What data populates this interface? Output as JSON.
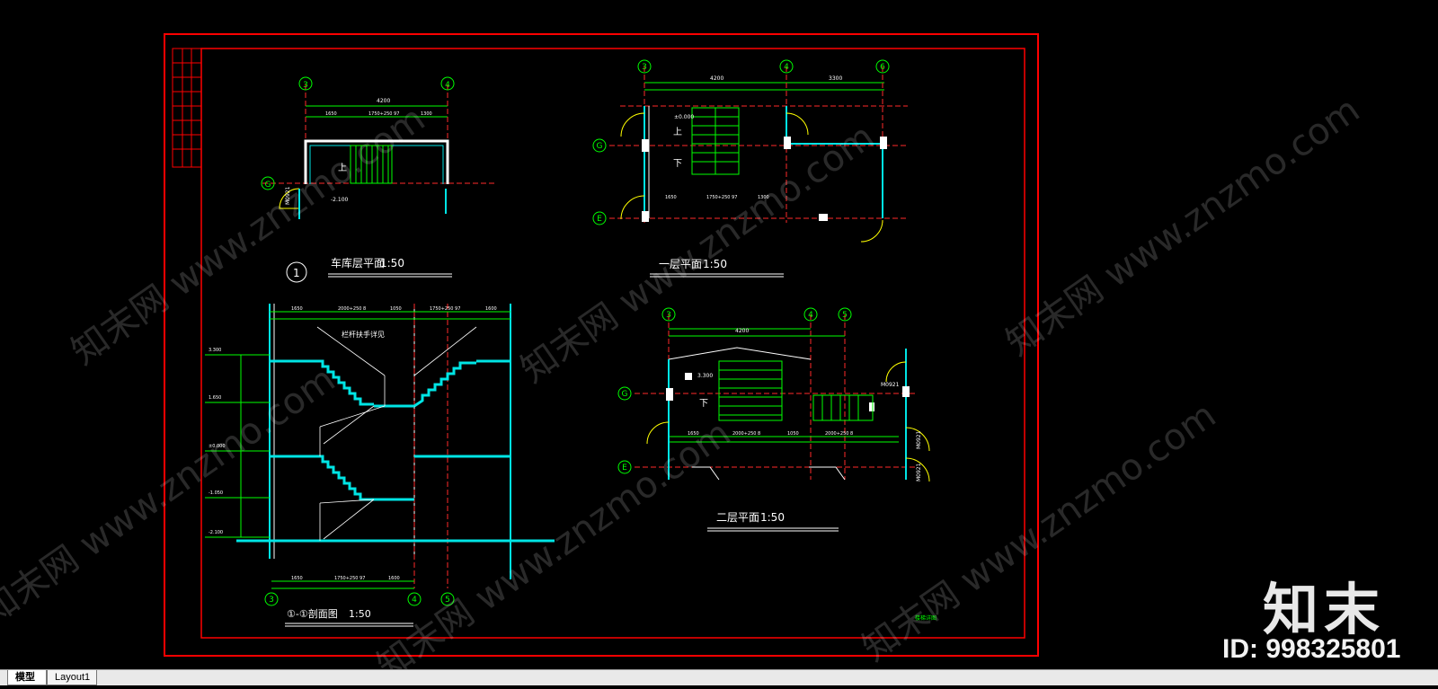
{
  "drawing": {
    "colors": {
      "background": "#000000",
      "frame": "#ff0000",
      "wall": "#ffffff",
      "dimension": "#00ff00",
      "axis": "#ff2a2a",
      "cyan": "#00e5e5",
      "yellow": "#ffff00",
      "text": "#ffffff"
    },
    "axes": {
      "a3": "3",
      "a4": "4",
      "a5": "5",
      "a6": "6",
      "aG": "G",
      "aE": "E"
    },
    "plan1": {
      "number": "1",
      "title": "车库层平面",
      "scale": "1:50",
      "dim_total": "4200",
      "dims": [
        "1650",
        "1750+250 97",
        "1300"
      ],
      "label_up": "上",
      "door": "M0921",
      "elev": "-2.100"
    },
    "plan2": {
      "title": "一层平面",
      "scale": "1:50",
      "dim_total_a": "4200",
      "dim_total_b": "3300",
      "dims": [
        "1650",
        "1750+250 97",
        "1300"
      ],
      "label_up": "上",
      "label_down": "下",
      "elev": "±0.000"
    },
    "plan3": {
      "title": "二层平面",
      "scale": "1:50",
      "dim_total": "4200",
      "dims": [
        "1650",
        "2000+250 8",
        "1050",
        "2000+250 8"
      ],
      "label_down": "下",
      "doors": [
        "M0921",
        "M0921",
        "M0921"
      ],
      "elev": "3.300"
    },
    "section": {
      "title": "①-①剖面图",
      "scale": "1:50",
      "dims_top": [
        "1650",
        "2000+250 8",
        "1050",
        "1750+250 97",
        "1600"
      ],
      "dims_bottom": [
        "1650",
        "1750+250 97",
        "1600"
      ],
      "railing": "栏杆扶手详见",
      "levels": [
        "3.300",
        "1.650",
        "±0.000",
        "-1.050",
        "-2.100"
      ]
    },
    "sheet_label": "楼梯详图",
    "watermark": "知末网 www.znzmo.com"
  },
  "tabs": {
    "model": "模型",
    "layout": "Layout1"
  },
  "brand": {
    "logo": "知末",
    "id": "ID: 998325801"
  }
}
